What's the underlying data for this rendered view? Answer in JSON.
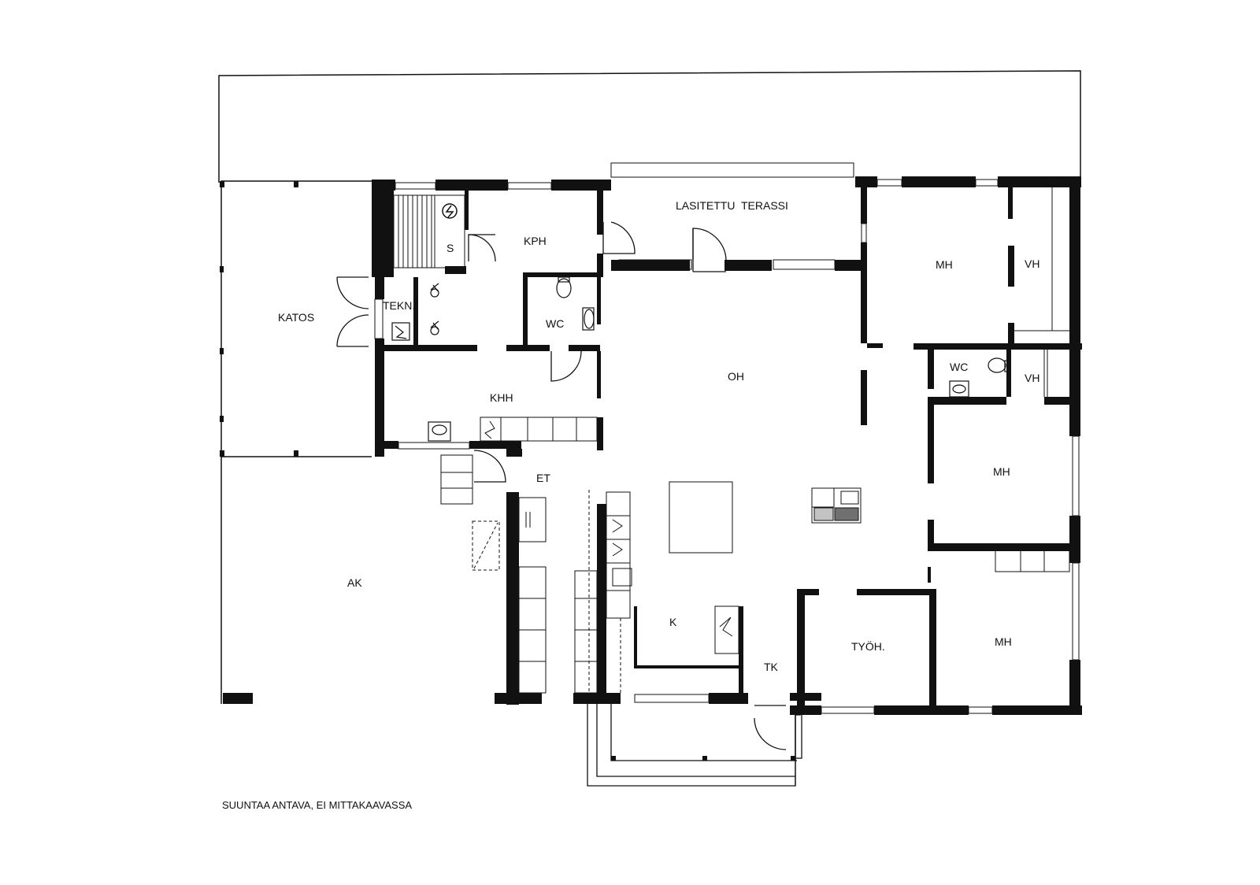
{
  "plan": {
    "rooms": {
      "lasitettu_terassi": "LASITETTU  TERASSI",
      "kph": "KPH",
      "sauna": "S",
      "tekn": "TEKN.",
      "katos": "KATOS",
      "wc_left": "WC",
      "khh": "KHH",
      "oh": "OH",
      "mh_top": "MH",
      "vh_top": "VH",
      "wc_right": "WC",
      "vh_mid": "VH",
      "mh_mid": "MH",
      "et": "ET",
      "ak": "AK",
      "k": "K",
      "tk": "TK",
      "tyoh": "TYÖH.",
      "mh_bottom": "MH"
    },
    "note": "SUUNTAA ANTAVA, EI MITTAKAAVASSA"
  }
}
